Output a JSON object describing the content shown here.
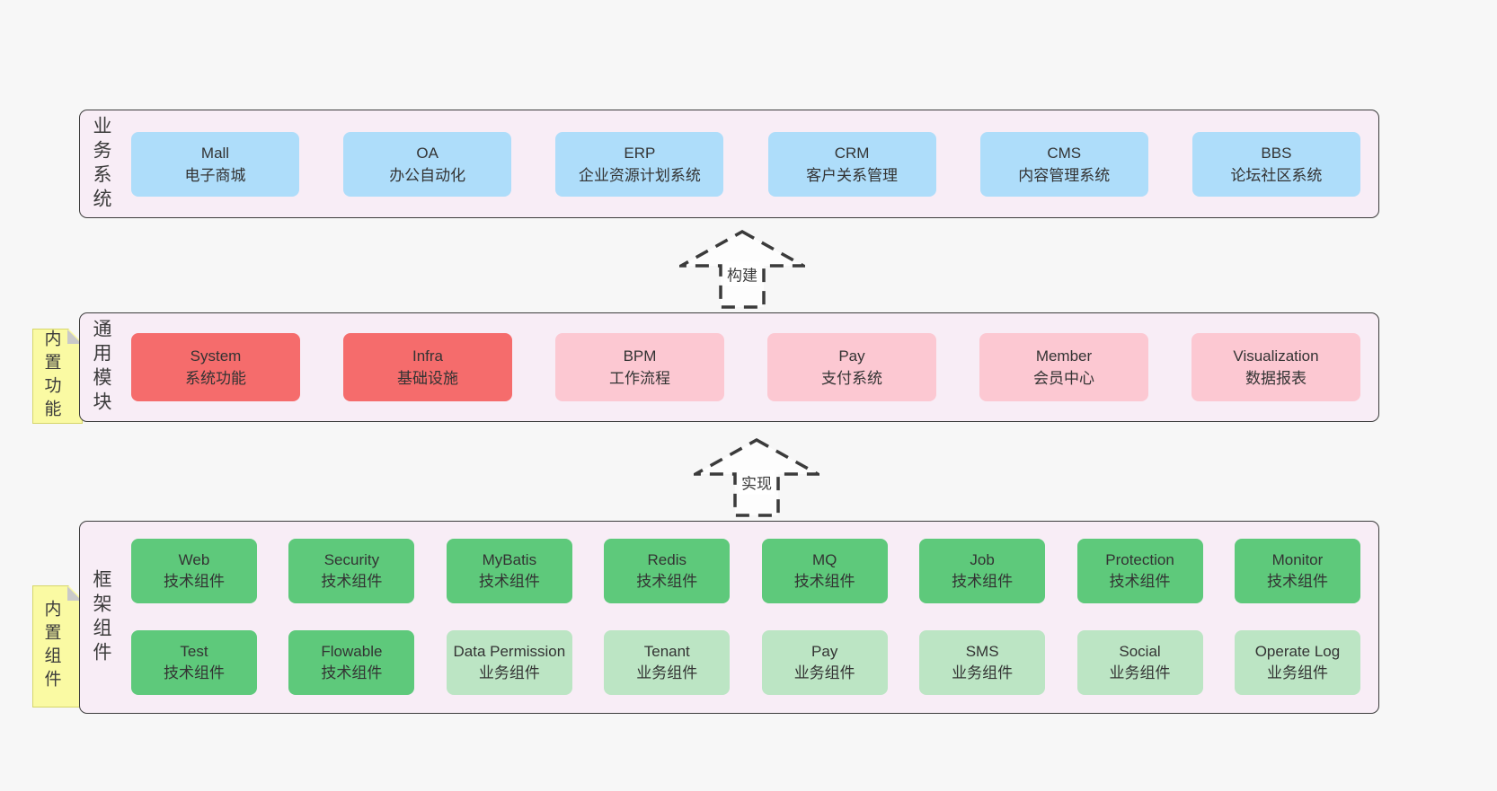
{
  "colors": {
    "background": "#f7f7f7",
    "container_bg": "#f8edf6",
    "note_bg": "#fafaa3",
    "blue": "#aeddfa",
    "red": "#f56c6c",
    "pink": "#fcc8d2",
    "green": "#5ec97b",
    "lightgreen": "#bce5c4"
  },
  "arrows": [
    {
      "label": "构建"
    },
    {
      "label": "实现"
    }
  ],
  "sections": {
    "business": {
      "label": "业务系统",
      "boxes": [
        {
          "title": "Mall",
          "subtitle": "电子商城",
          "color": "blue"
        },
        {
          "title": "OA",
          "subtitle": "办公自动化",
          "color": "blue"
        },
        {
          "title": "ERP",
          "subtitle": "企业资源计划系统",
          "color": "blue"
        },
        {
          "title": "CRM",
          "subtitle": "客户关系管理",
          "color": "blue"
        },
        {
          "title": "CMS",
          "subtitle": "内容管理系统",
          "color": "blue"
        },
        {
          "title": "BBS",
          "subtitle": "论坛社区系统",
          "color": "blue"
        }
      ]
    },
    "modules": {
      "label": "通用模块",
      "note": "内置功能",
      "boxes": [
        {
          "title": "System",
          "subtitle": "系统功能",
          "color": "red"
        },
        {
          "title": "Infra",
          "subtitle": "基础设施",
          "color": "red"
        },
        {
          "title": "BPM",
          "subtitle": "工作流程",
          "color": "pink"
        },
        {
          "title": "Pay",
          "subtitle": "支付系统",
          "color": "pink"
        },
        {
          "title": "Member",
          "subtitle": "会员中心",
          "color": "pink"
        },
        {
          "title": "Visualization",
          "subtitle": "数据报表",
          "color": "pink"
        }
      ]
    },
    "framework": {
      "label": "框架组件",
      "note": "内置组件",
      "row1": [
        {
          "title": "Web",
          "subtitle": "技术组件",
          "color": "green"
        },
        {
          "title": "Security",
          "subtitle": "技术组件",
          "color": "green"
        },
        {
          "title": "MyBatis",
          "subtitle": "技术组件",
          "color": "green"
        },
        {
          "title": "Redis",
          "subtitle": "技术组件",
          "color": "green"
        },
        {
          "title": "MQ",
          "subtitle": "技术组件",
          "color": "green"
        },
        {
          "title": "Job",
          "subtitle": "技术组件",
          "color": "green"
        },
        {
          "title": "Protection",
          "subtitle": "技术组件",
          "color": "green"
        },
        {
          "title": "Monitor",
          "subtitle": "技术组件",
          "color": "green"
        }
      ],
      "row2": [
        {
          "title": "Test",
          "subtitle": "技术组件",
          "color": "green"
        },
        {
          "title": "Flowable",
          "subtitle": "技术组件",
          "color": "green"
        },
        {
          "title": "Data Permission",
          "subtitle": "业务组件",
          "color": "lightgreen"
        },
        {
          "title": "Tenant",
          "subtitle": "业务组件",
          "color": "lightgreen"
        },
        {
          "title": "Pay",
          "subtitle": "业务组件",
          "color": "lightgreen"
        },
        {
          "title": "SMS",
          "subtitle": "业务组件",
          "color": "lightgreen"
        },
        {
          "title": "Social",
          "subtitle": "业务组件",
          "color": "lightgreen"
        },
        {
          "title": "Operate Log",
          "subtitle": "业务组件",
          "color": "lightgreen"
        }
      ]
    }
  }
}
